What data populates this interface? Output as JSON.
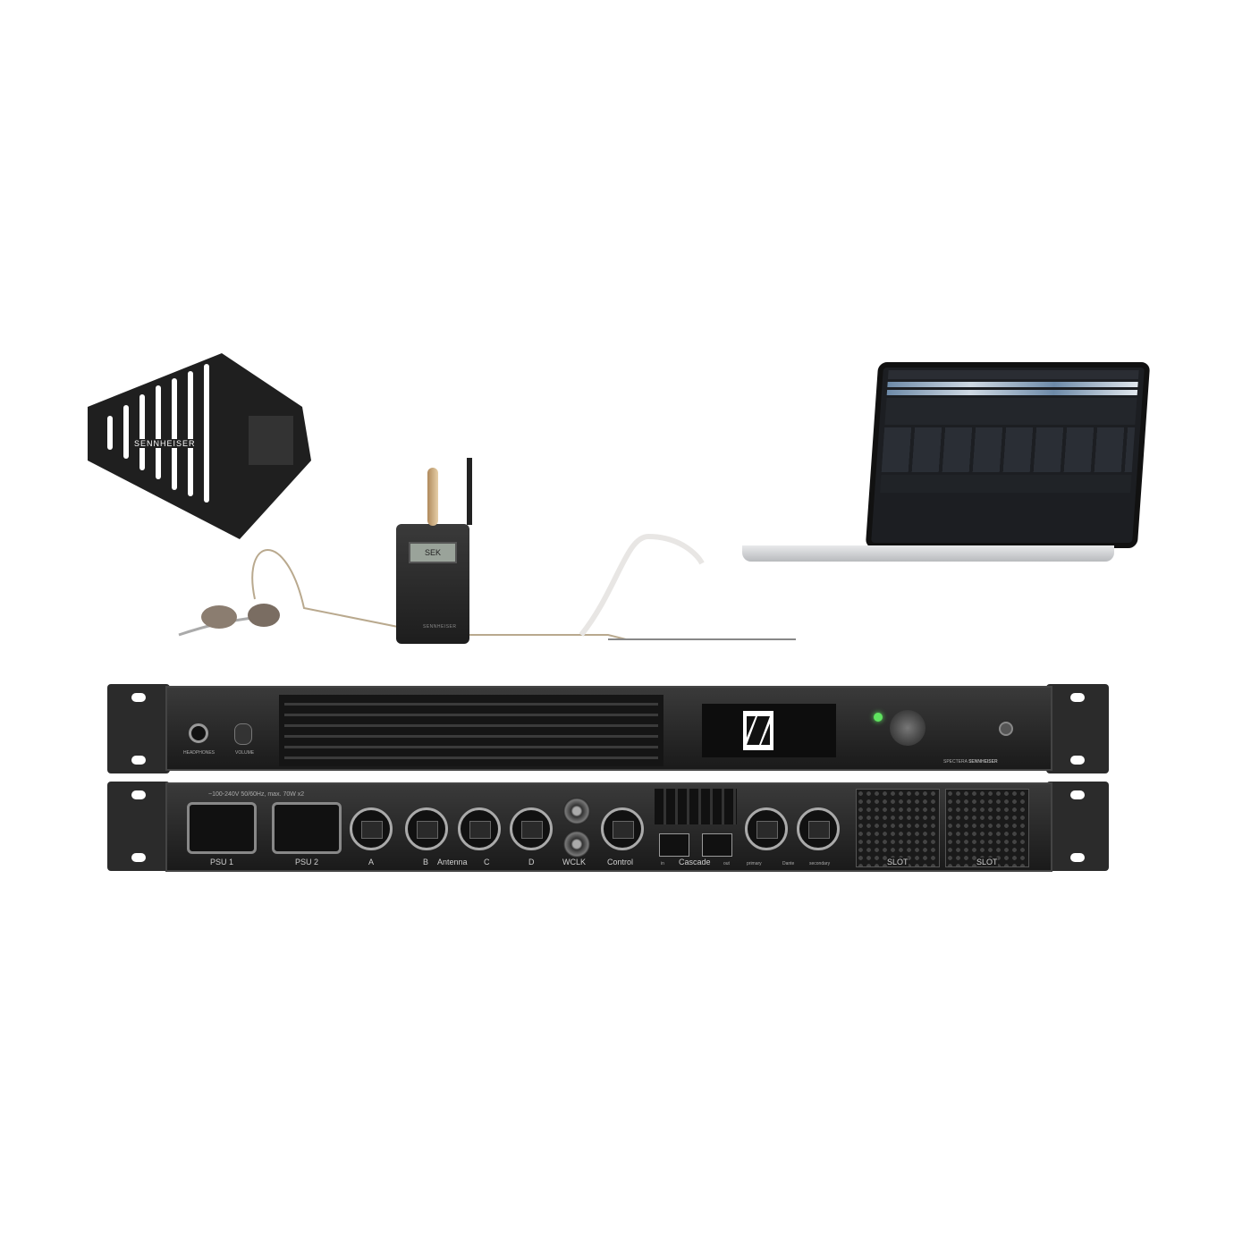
{
  "antenna": {
    "brand": "SENNHEISER"
  },
  "bodypack": {
    "display": "SEK",
    "brand": "SENNHEISER"
  },
  "front_panel": {
    "headphones_label": "HEADPHONES",
    "volume_label": "VOLUME",
    "model": "SPECTERA",
    "brand": "SENNHEISER",
    "status_led_color": "#5fe35f"
  },
  "rear_panel": {
    "power_spec": "~100-240V 50/60Hz, max. 70W x2",
    "psu1": "PSU 1",
    "psu2": "PSU 2",
    "antenna_ports": [
      "A",
      "B",
      "C",
      "D"
    ],
    "antenna_label": "Antenna",
    "wclk": "WCLK",
    "control": "Control",
    "cascade": "Cascade",
    "cascade_in": "in",
    "cascade_out": "out",
    "dante_primary": "primary",
    "dante": "Dante",
    "dante_secondary": "secondary",
    "slot1": "SLOT",
    "slot2": "SLOT"
  }
}
